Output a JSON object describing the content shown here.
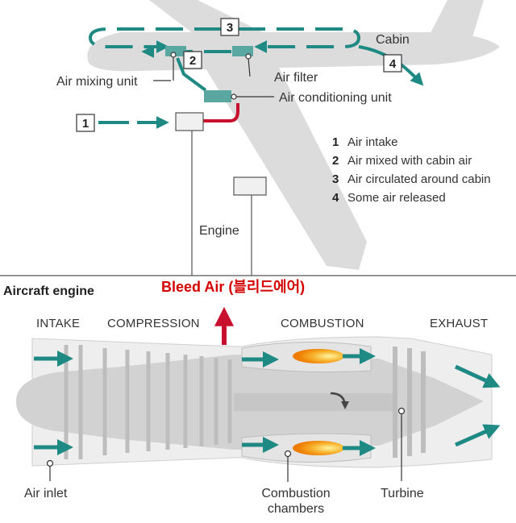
{
  "cabin_section": {
    "cabin_label": "Cabin",
    "engine_label": "Engine",
    "markers": [
      "1",
      "2",
      "3",
      "4"
    ],
    "callouts": {
      "air_mixing_unit": "Air mixing unit",
      "air_filter": "Air filter",
      "air_conditioning_unit": "Air conditioning unit"
    },
    "legend": [
      {
        "num": "1",
        "text": "Air intake"
      },
      {
        "num": "2",
        "text": "Air mixed with cabin air"
      },
      {
        "num": "3",
        "text": "Air circulated around cabin"
      },
      {
        "num": "4",
        "text": "Some air released"
      }
    ]
  },
  "engine_section": {
    "title": "Aircraft engine",
    "bleed_air": "Bleed Air (블리드에어)",
    "stages": [
      "INTAKE",
      "COMPRESSION",
      "COMBUSTION",
      "EXHAUST"
    ],
    "callouts": {
      "air_inlet": "Air inlet",
      "combustion_chambers_line1": "Combustion",
      "combustion_chambers_line2": "chambers",
      "turbine": "Turbine"
    }
  },
  "colors": {
    "teal": "#1f8a84",
    "duct": "#5aa6a0",
    "red": "#c8102e",
    "bleed_text": "#d40000",
    "plane_grey": "#dcdcdc",
    "engine_grey": "#d2d2d2",
    "flame": "#f5a623"
  }
}
